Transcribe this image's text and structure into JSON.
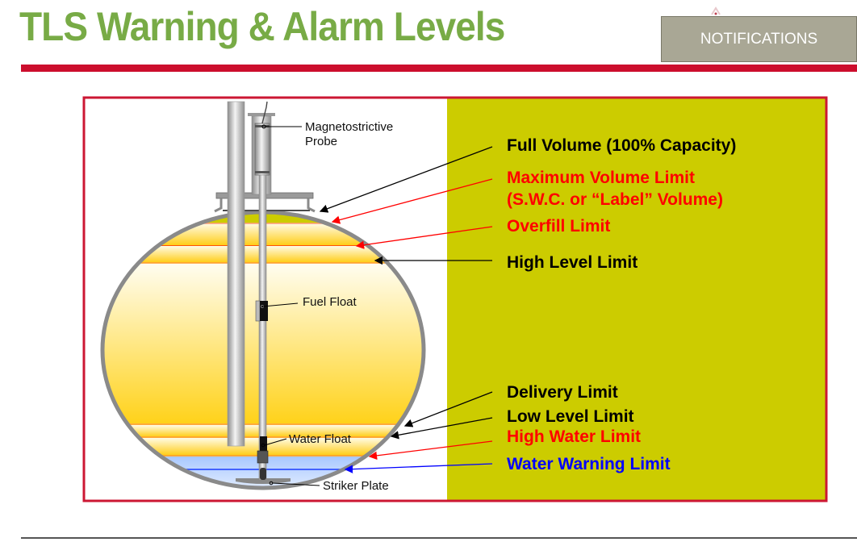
{
  "header": {
    "title": "TLS Warning & Alarm Levels",
    "notifications_label": "NOTIFICATIONS"
  },
  "colors": {
    "title_green": "#78ab46",
    "rule_red": "#cc0e2d",
    "panel_yellow": "#cccc00",
    "frame_red": "#cc1733",
    "label_black": "#000000",
    "label_red": "#ff0000",
    "label_blue": "#0000ff"
  },
  "diagram": {
    "component_labels": {
      "probe_line1": "Magnetostrictive",
      "probe_line2": "Probe",
      "fuel_float": "Fuel Float",
      "water_float": "Water Float",
      "striker_plate": "Striker Plate"
    },
    "limits": [
      {
        "id": "full-volume",
        "label": "Full Volume (100% Capacity)",
        "color": "#000000"
      },
      {
        "id": "max-volume",
        "label": "Maximum Volume Limit",
        "label2": "(S.W.C. or “Label” Volume)",
        "color": "#ff0000"
      },
      {
        "id": "overfill",
        "label": "Overfill Limit",
        "color": "#ff0000"
      },
      {
        "id": "high-level",
        "label": "High Level Limit",
        "color": "#000000"
      },
      {
        "id": "delivery",
        "label": "Delivery Limit",
        "color": "#000000"
      },
      {
        "id": "low-level",
        "label": "Low Level Limit",
        "color": "#000000"
      },
      {
        "id": "high-water",
        "label": "High Water Limit",
        "color": "#ff0000"
      },
      {
        "id": "water-warning",
        "label": "Water Warning Limit",
        "color": "#0000ff"
      }
    ]
  }
}
